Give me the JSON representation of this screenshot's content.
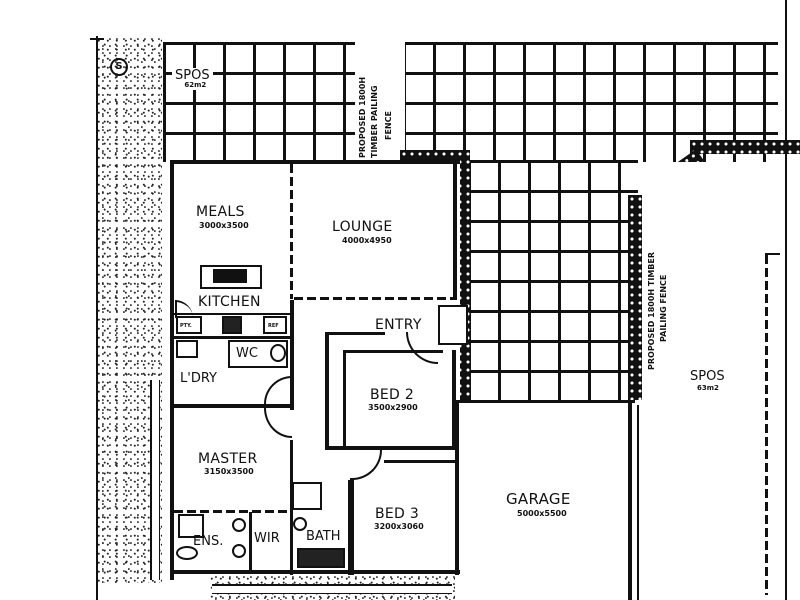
{
  "plan": {
    "north_marker": "S",
    "outdoor": {
      "spos_left": {
        "label": "SPOS",
        "area": "62m2"
      },
      "spos_right": {
        "label": "SPOS",
        "area": "63m2"
      },
      "fence_left_note": [
        "PROPOSED 1800H",
        "TIMBER PAILING",
        "FENCE"
      ],
      "fence_right_note": [
        "PROPOSED 1800H TIMBER",
        "PAILING FENCE"
      ]
    },
    "rooms": {
      "meals": {
        "label": "MEALS",
        "dims": "3000x3500"
      },
      "lounge": {
        "label": "LOUNGE",
        "dims": "4000x4950"
      },
      "kitchen": {
        "label": "KITCHEN"
      },
      "entry": {
        "label": "ENTRY"
      },
      "wc": {
        "label": "WC"
      },
      "laundry": {
        "label": "L'DRY"
      },
      "bed2": {
        "label": "BED 2",
        "dims": "3500x2900"
      },
      "master": {
        "label": "MASTER",
        "dims": "3150x3500"
      },
      "bed3": {
        "label": "BED 3",
        "dims": "3200x3060"
      },
      "garage": {
        "label": "GARAGE",
        "dims": "5000x5500"
      },
      "ensuite": {
        "label": "ENS."
      },
      "wir": {
        "label": "WIR"
      },
      "bath": {
        "label": "BATH"
      }
    },
    "fixtures": {
      "pantry": "PTY.",
      "ref": "REF"
    }
  }
}
